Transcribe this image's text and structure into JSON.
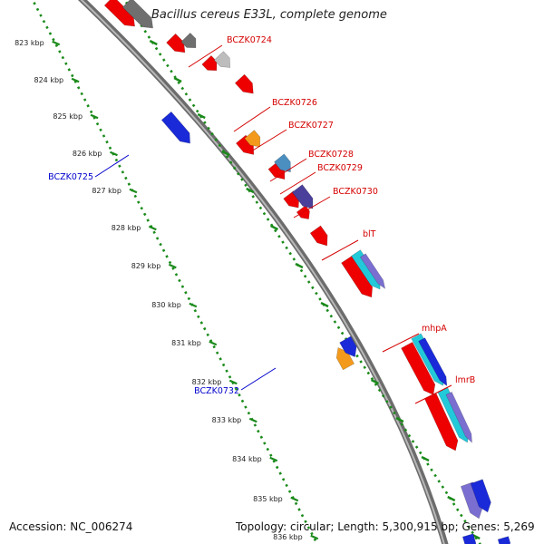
{
  "title": "Bacillus cereus E33L, complete genome",
  "footer": {
    "accession": "Accession: NC_006274",
    "summary": "Topology: circular; Length: 5,300,915 bp; Genes: 5,269"
  },
  "colors": {
    "backbone": "#8a8a8a",
    "tick_dots": "#1a8a1a",
    "label_forward": "#d40000",
    "label_reverse": "#0000cc"
  },
  "scale_ticks": [
    {
      "label": "823 kbp"
    },
    {
      "label": "824 kbp"
    },
    {
      "label": "825 kbp"
    },
    {
      "label": "826 kbp"
    },
    {
      "label": "827 kbp"
    },
    {
      "label": "828 kbp"
    },
    {
      "label": "829 kbp"
    },
    {
      "label": "830 kbp"
    },
    {
      "label": "831 kbp"
    },
    {
      "label": "832 kbp"
    },
    {
      "label": "833 kbp"
    },
    {
      "label": "834 kbp"
    },
    {
      "label": "835 kbp"
    },
    {
      "label": "836 kbp"
    }
  ],
  "gene_labels": [
    {
      "text": "BCZK0724",
      "strand": "forward"
    },
    {
      "text": "BCZK0726",
      "strand": "forward"
    },
    {
      "text": "BCZK0727",
      "strand": "forward"
    },
    {
      "text": "BCZK0728",
      "strand": "forward"
    },
    {
      "text": "BCZK0729",
      "strand": "forward"
    },
    {
      "text": "BCZK0730",
      "strand": "forward"
    },
    {
      "text": "blT",
      "strand": "forward"
    },
    {
      "text": "mhpA",
      "strand": "forward"
    },
    {
      "text": "lmrB",
      "strand": "forward"
    },
    {
      "text": "BCZK0725",
      "strand": "reverse"
    },
    {
      "text": "BCZK0732",
      "strand": "reverse"
    }
  ]
}
